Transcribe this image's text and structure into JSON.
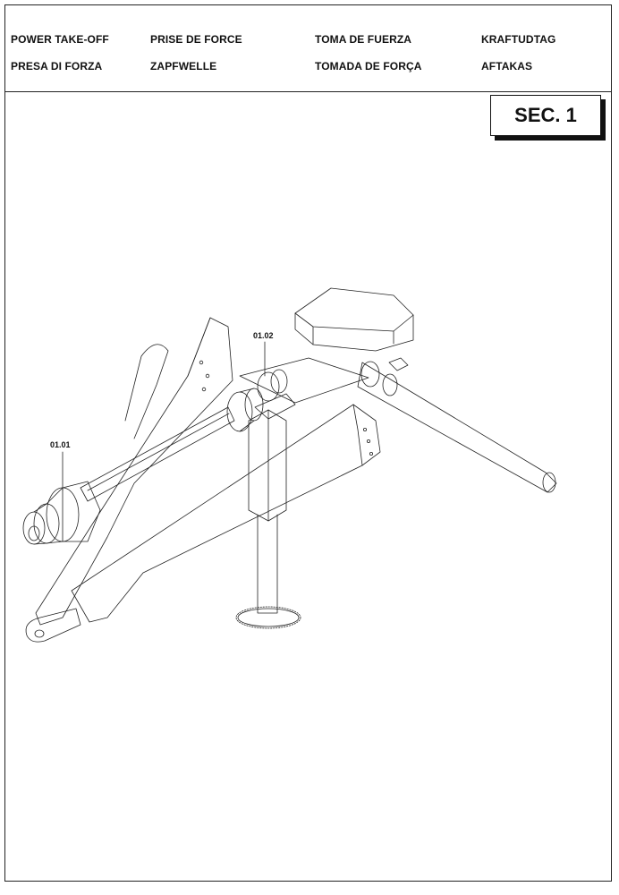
{
  "header": {
    "labels": [
      "POWER TAKE-OFF",
      "PRISE DE FORCE",
      "TOMA DE FUERZA",
      "KRAFTUDTAG",
      "PRESA DI FORZA",
      "ZAPFWELLE",
      "TOMADA DE FORÇA",
      "AFTAKAS"
    ]
  },
  "section": {
    "label": "SEC. 1"
  },
  "callouts": [
    {
      "label": "01.01"
    },
    {
      "label": "01.02"
    }
  ]
}
